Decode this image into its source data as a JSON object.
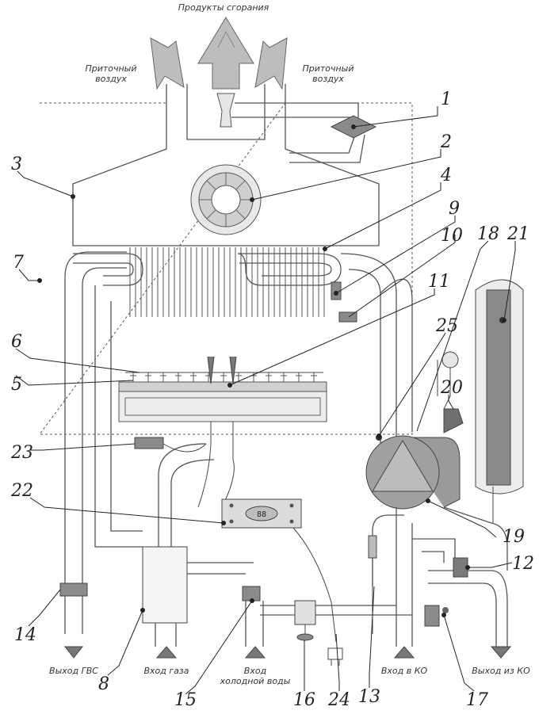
{
  "captions": {
    "top": "Продукты сгорания",
    "air_left_1": "Приточный",
    "air_left_2": "воздух",
    "air_right_1": "Приточный",
    "air_right_2": "воздух",
    "out_dhw": "Выход ГВС",
    "in_gas": "Вход газа",
    "in_cold_1": "Вход",
    "in_cold_2": "холодной воды",
    "in_heating": "Вход в КО",
    "out_heating": "Выход из КО"
  },
  "labels": [
    "1",
    "2",
    "3",
    "4",
    "5",
    "6",
    "7",
    "8",
    "9",
    "10",
    "11",
    "12",
    "13",
    "14",
    "15",
    "16",
    "17",
    "18",
    "19",
    "20",
    "21",
    "22",
    "23",
    "24",
    "25"
  ],
  "display": {
    "value": "88"
  },
  "colors": {
    "line": "#555555",
    "fill_dark": "#7a7a7a",
    "fill_mid": "#a8a8a8",
    "fill_light": "#dcdcdc"
  }
}
